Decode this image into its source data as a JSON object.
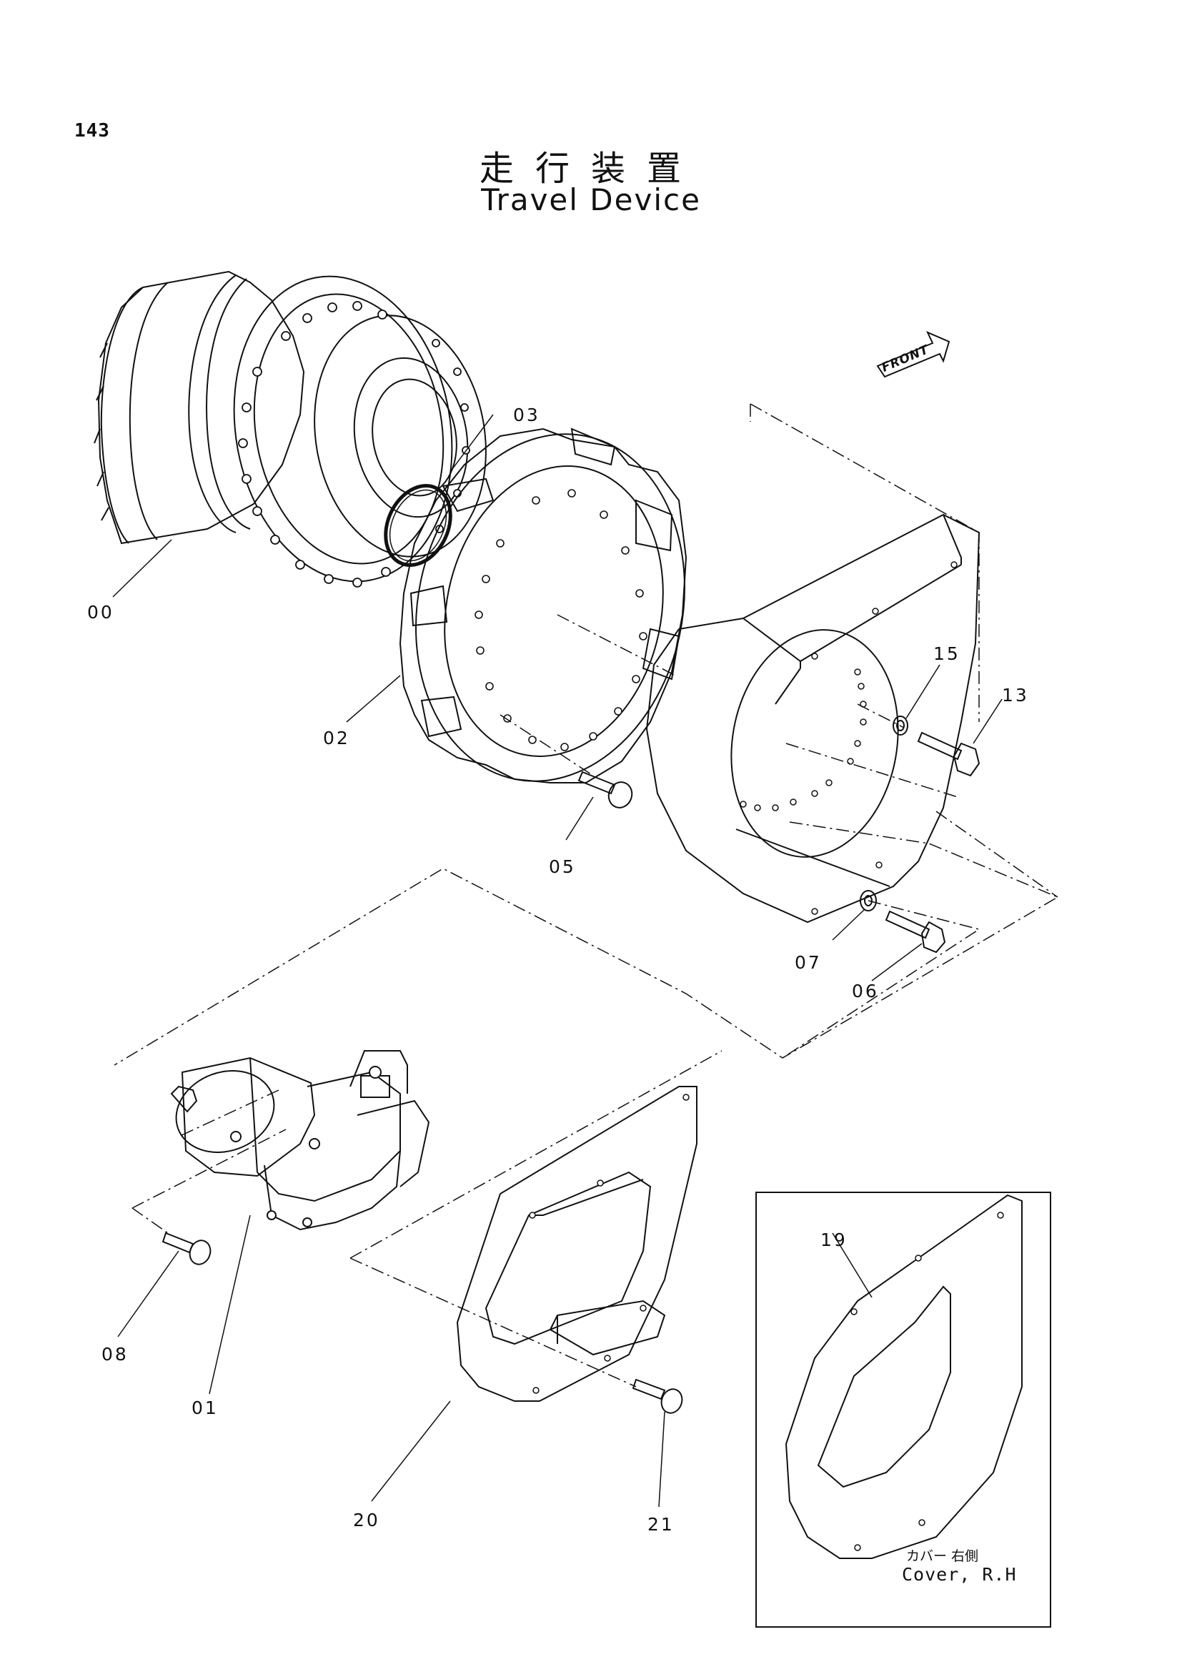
{
  "page": {
    "number": "143",
    "title_jp": "走行装置",
    "title_en": "Travel Device"
  },
  "direction_marker": {
    "label": "FRONT"
  },
  "callouts": {
    "c00": "00",
    "c01": "01",
    "c02": "02",
    "c03": "03",
    "c05": "05",
    "c06": "06",
    "c07": "07",
    "c08": "08",
    "c13": "13",
    "c15": "15",
    "c19": "19",
    "c20": "20",
    "c21": "21"
  },
  "inset": {
    "caption_jp": "カバー 右側",
    "caption_en": "Cover, R.H"
  }
}
